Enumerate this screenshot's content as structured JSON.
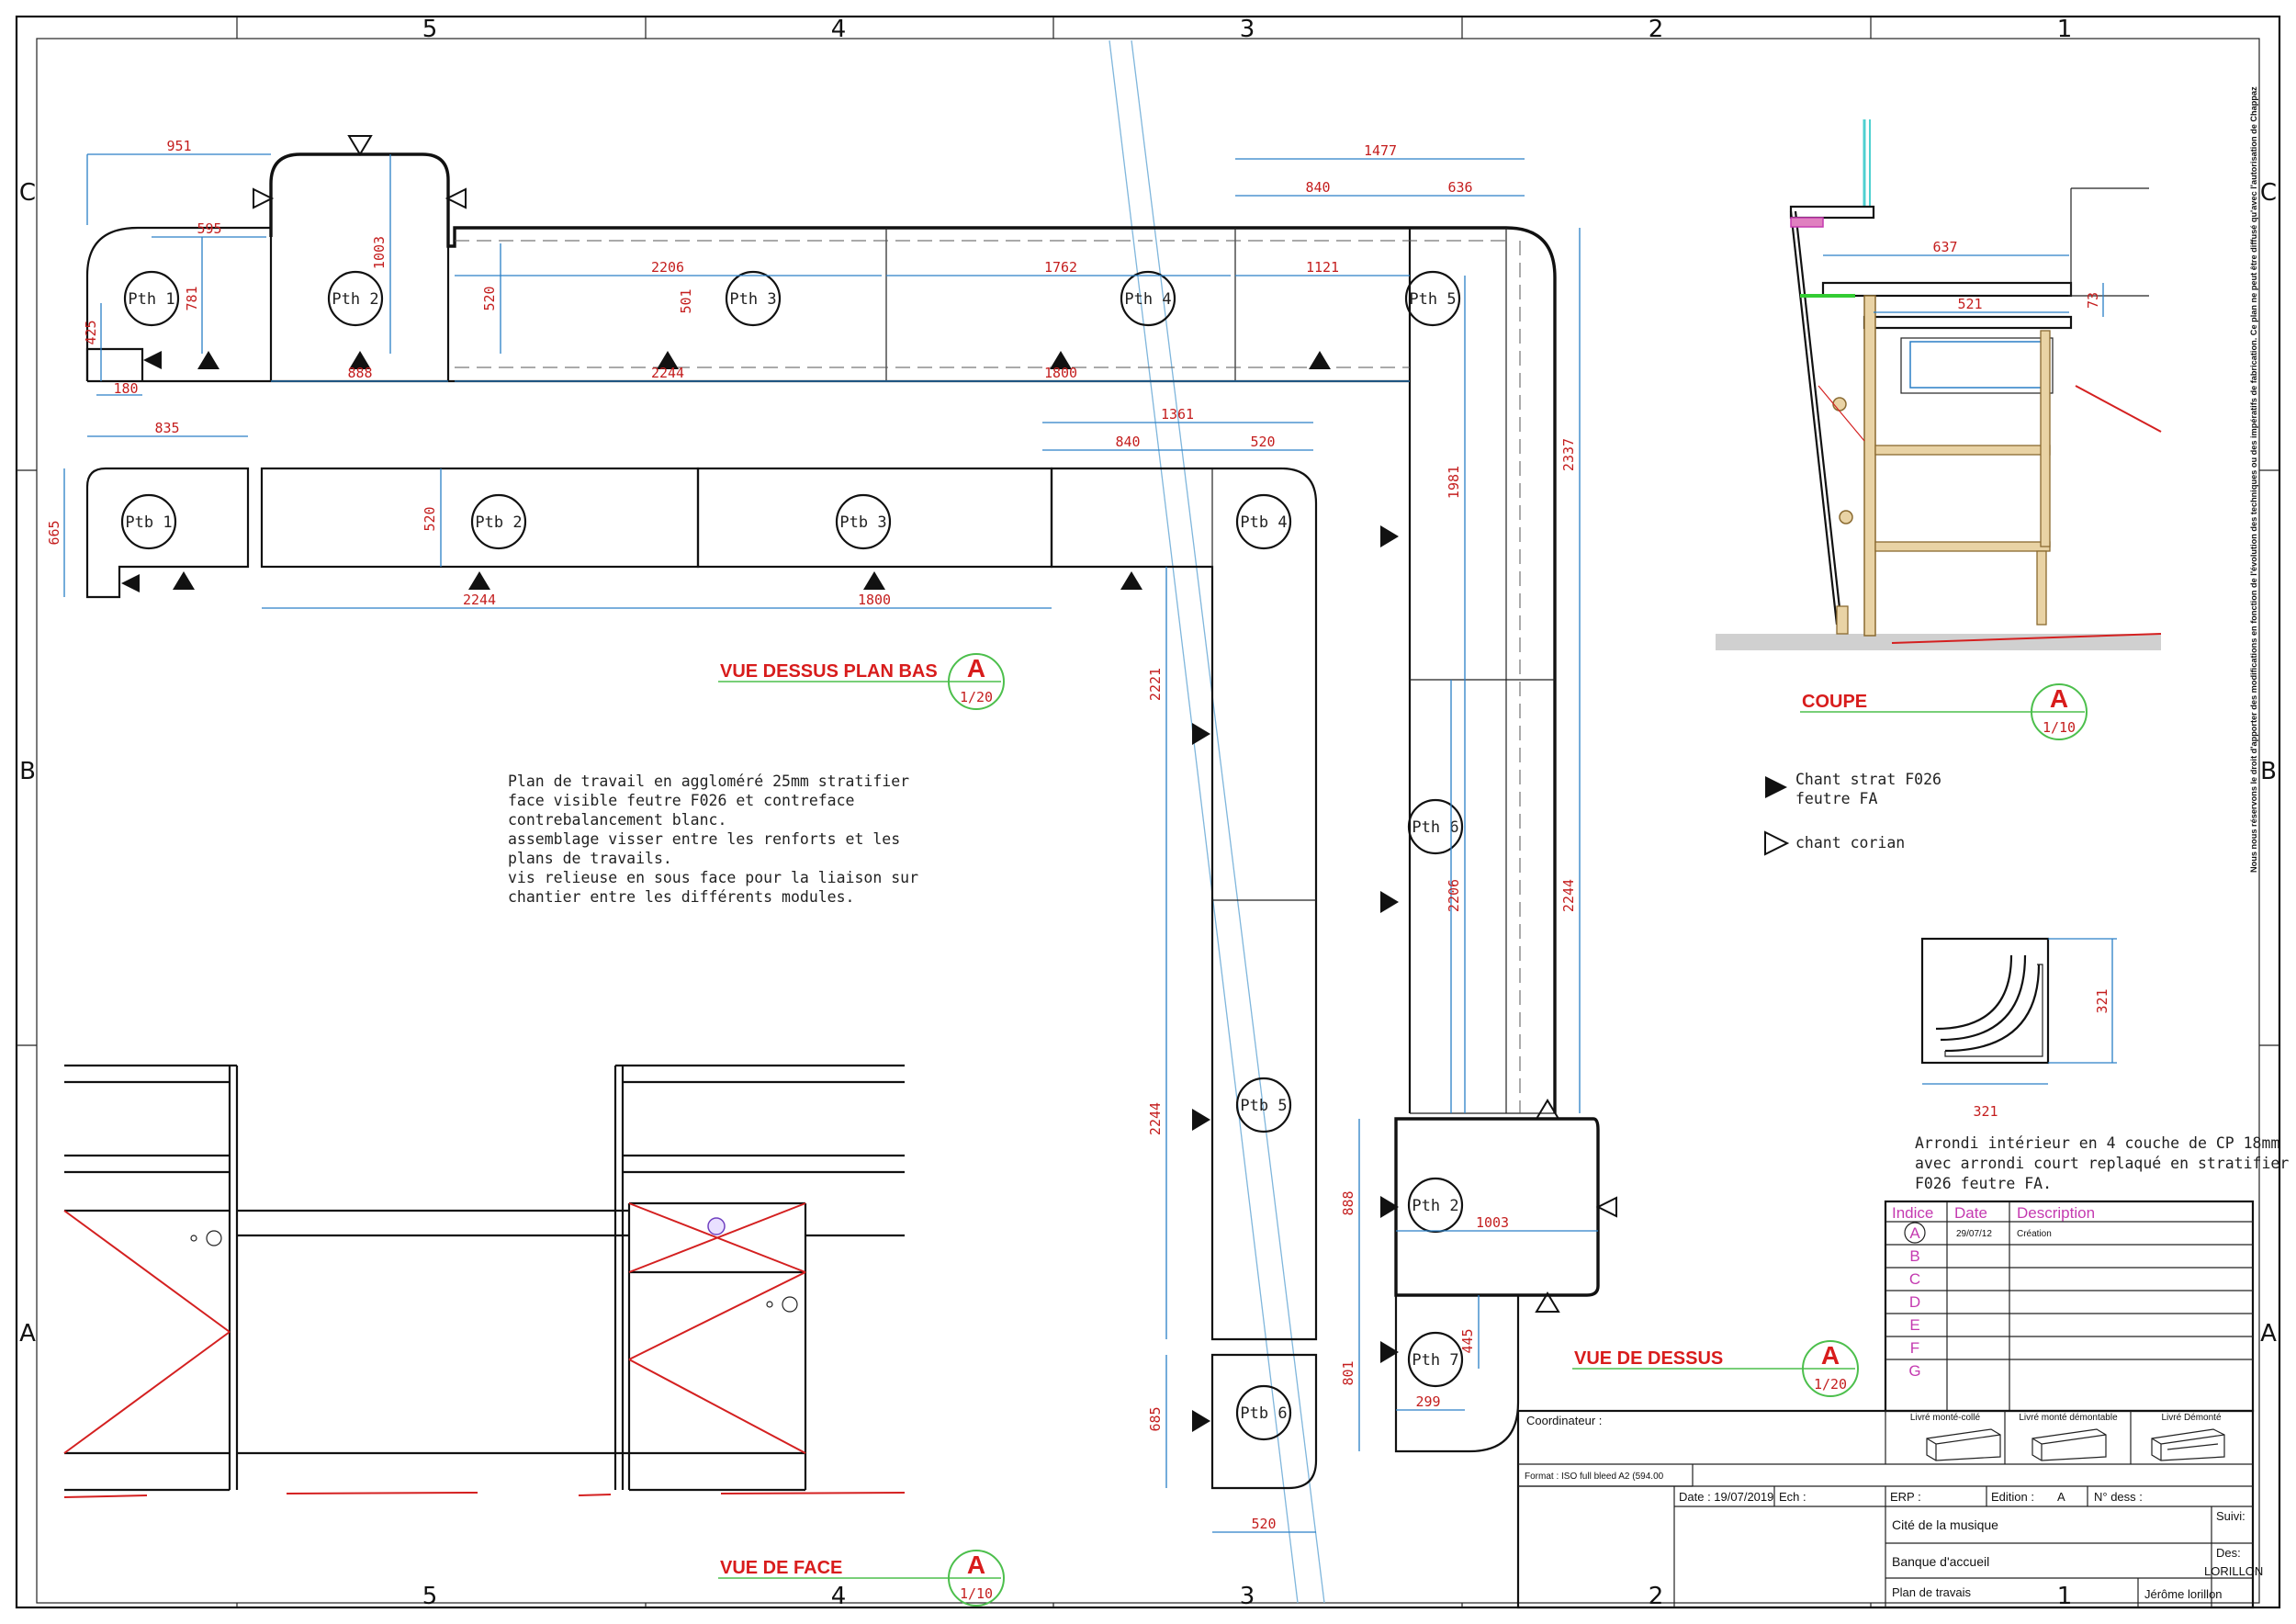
{
  "border": {
    "top_numbers": [
      "5",
      "4",
      "3",
      "2",
      "1"
    ],
    "bottom_numbers": [
      "5",
      "4",
      "3",
      "2",
      "1"
    ],
    "left_letters": [
      "C",
      "B",
      "A"
    ],
    "right_letters": [
      "C",
      "B",
      "A"
    ]
  },
  "views": {
    "plan_bas": {
      "title": "VUE DESSUS PLAN BAS",
      "index": "A",
      "scale": "1/20"
    },
    "plan_haut": {
      "title": "VUE DE DESSUS",
      "index": "A",
      "scale": "1/20"
    },
    "face": {
      "title": "VUE DE FACE",
      "index": "A",
      "scale": "1/10"
    },
    "coupe": {
      "title": "COUPE",
      "index": "A",
      "scale": "1/10"
    }
  },
  "pth_labels": [
    "Pth 1",
    "Pth 2",
    "Pth 3",
    "Pth 4",
    "Pth 5",
    "Pth 6",
    "Pth 2",
    "Pth 7"
  ],
  "ptb_labels": [
    "Ptb 1",
    "Ptb 2",
    "Ptb 3",
    "Ptb 4",
    "Ptb 5",
    "Ptb 6"
  ],
  "dims": {
    "d951": "951",
    "d595": "595",
    "d1003a": "1003",
    "d781": "781",
    "d425": "425",
    "d180": "180",
    "d888a": "888",
    "d520a": "520",
    "d2206a": "2206",
    "d501": "501",
    "d2244a": "2244",
    "d1762": "1762",
    "d1800a": "1800",
    "d1121": "1121",
    "d1477": "1477",
    "d840a": "840",
    "d636": "636",
    "d1981": "1981",
    "d2337": "2337",
    "d2206b": "2206",
    "d2244b": "2244",
    "d835": "835",
    "d665": "665",
    "d520b": "520",
    "d2244c": "2244",
    "d1800b": "1800",
    "d1361": "1361",
    "d840b": "840",
    "d520c": "520",
    "d2221": "2221",
    "d2244d": "2244",
    "d685": "685",
    "d520d": "520",
    "d888b": "888",
    "d1003b": "1003",
    "d445": "445",
    "d299": "299",
    "d801": "801",
    "d637": "637",
    "d521": "521",
    "d73": "73",
    "d321a": "321",
    "d321b": "321"
  },
  "notes": {
    "plan": [
      "Plan de travail en aggloméré 25mm stratifier",
      "face visible feutre F026 et contreface",
      "contrebalancement blanc.",
      "assemblage visser entre les renforts et les",
      "plans de travails.",
      "vis relieuse en sous face pour la liaison sur",
      "chantier entre les différents modules."
    ],
    "legend_filled": [
      "Chant strat F026",
      "feutre FA"
    ],
    "legend_open": "chant corian",
    "arrondi": [
      "Arrondi intérieur en 4 couche de CP 18mm",
      "avec arrondi court replaqué en stratifier",
      "F026 feutre FA."
    ],
    "side_vertical": "Nous nous réservons le droit d'apporter des modifications en fonction de l'évolution des techniques ou des impératifs de fabrication. Ce plan ne peut être diffusé qu'avec l'autorisation de Chappaz"
  },
  "revisions": {
    "headers": [
      "Indice",
      "Date",
      "Description"
    ],
    "indices": [
      "A",
      "B",
      "C",
      "D",
      "E",
      "F",
      "G"
    ],
    "row1_date": "29/07/12",
    "row1_desc": "Création"
  },
  "title_block": {
    "coordinateur": "Coordinateur :",
    "livre1": "Livré monté-collé",
    "livre2": "Livré monté démontable",
    "livre3": "Livré Démonté",
    "format": "Format : ISO full bleed A2 (594.00",
    "date": "Date : 19/07/2019",
    "ech": "Ech :",
    "erp": "ERP :",
    "edition_label": "Edition :",
    "edition_value": "A",
    "ndess": "N° dess :",
    "project": "Cité de la musique",
    "suivi": "Suivi:",
    "object": "Banque d'accueil",
    "des": "Des:",
    "des_value": "LORILLON",
    "subtitle": "Plan de travais",
    "author": "Jérôme lorillon"
  },
  "colors": {
    "dimension": "#2a7fc6",
    "dimension_text": "#c41e1e",
    "title": "#d81c1c",
    "revision": "#c43ab0",
    "bubble_ring": "#4cbf4c"
  }
}
